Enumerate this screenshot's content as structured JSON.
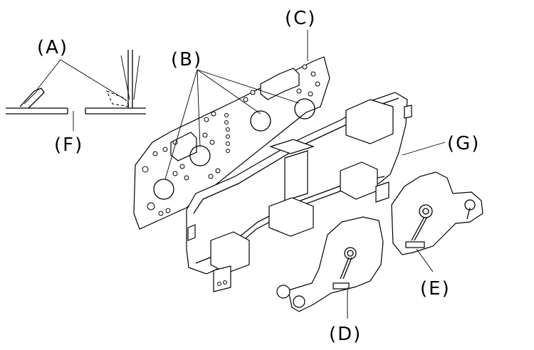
{
  "labels": {
    "A": "(A)",
    "B": "(B)",
    "C": "(C)",
    "D": "(D)",
    "E": "(E)",
    "F": "(F)",
    "G": "(G)"
  }
}
